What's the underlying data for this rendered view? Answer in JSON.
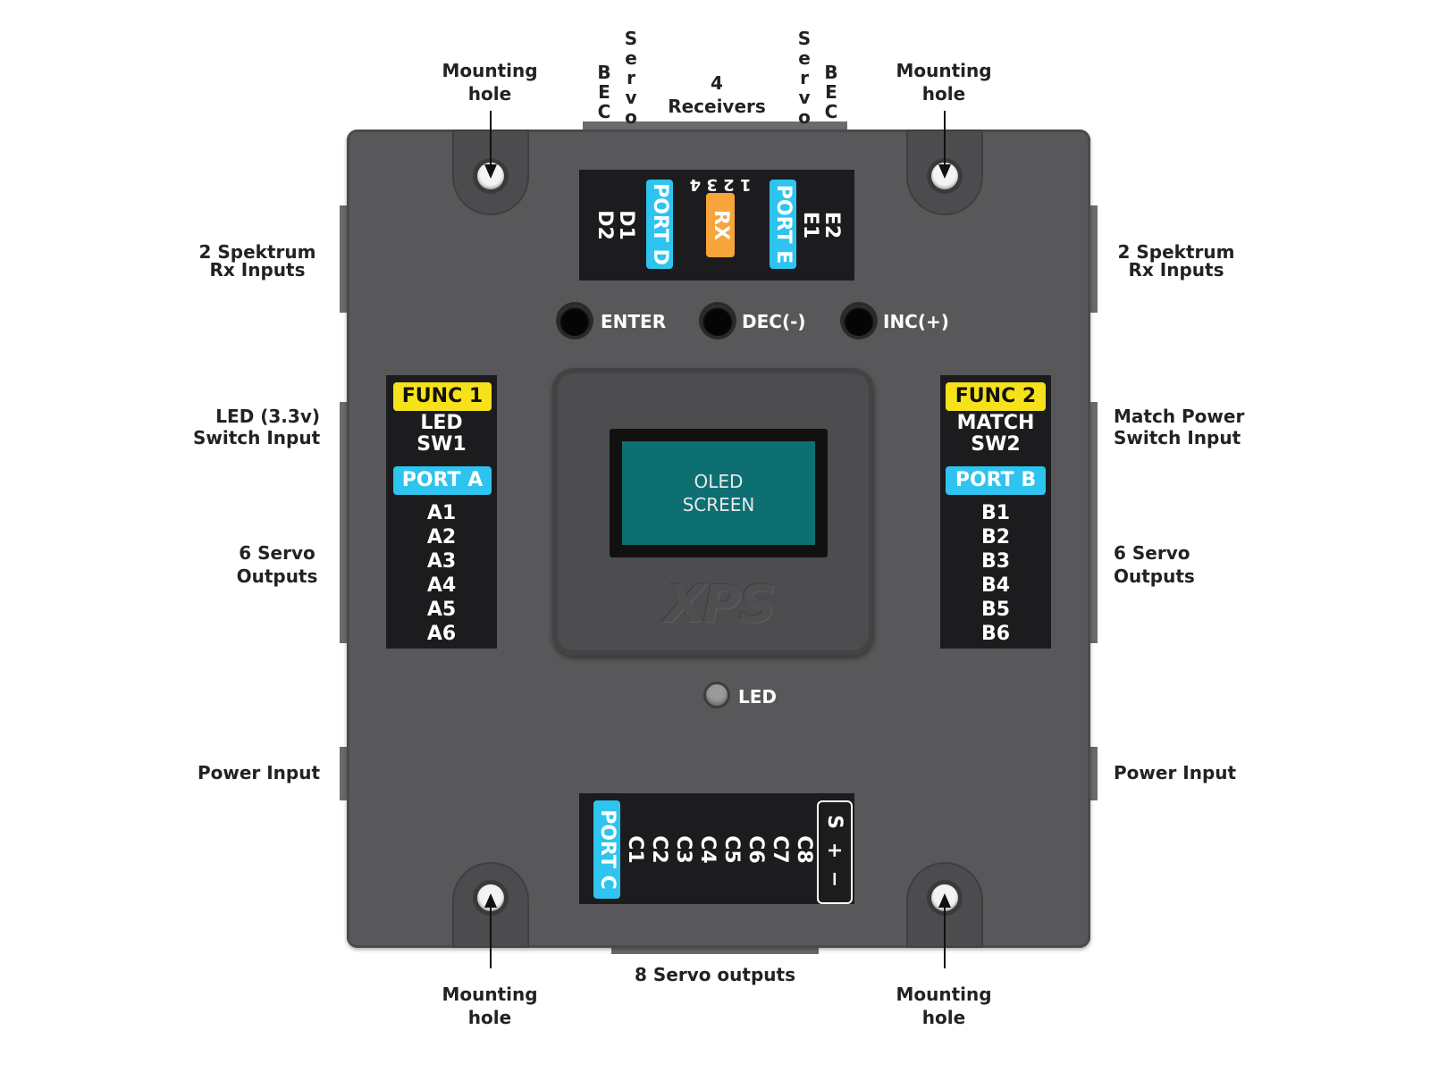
{
  "labels": {
    "top_left_mount": "Mounting\nhole",
    "top_right_mount": "Mounting\nhole",
    "bottom_left_mount": "Mounting\nhole",
    "bottom_right_mount": "Mounting\nhole",
    "bec_left": "BEC",
    "servo_left": "Servo",
    "servo_right": "Servo",
    "bec_right": "BEC",
    "receivers": "4\nReceivers",
    "spektrum_left": "2 Spektrum\nRx Inputs",
    "spektrum_right": "2 Spektrum\nRx Inputs",
    "led_switch": "LED (3.3v)\nSwitch Input",
    "match_switch": "Match Power\nSwitch Input",
    "servo_out_left": "6 Servo\nOutputs",
    "servo_out_right": "6 Servo\nOutputs",
    "power_left": "Power Input",
    "power_right": "Power Input",
    "servo8": "8 Servo outputs"
  },
  "top_plate": {
    "port_d": "PORT D",
    "d1": "D1",
    "d2": "D2",
    "rx": "RX",
    "rx_pins": "1\n2\n3\n4",
    "port_e": "PORT E",
    "e1": "E1",
    "e2": "E2"
  },
  "buttons": {
    "enter": "ENTER",
    "dec": "DEC(-)",
    "inc": "INC(+)"
  },
  "left_plate": {
    "func": "FUNC 1",
    "sw_name": "LED",
    "sw": "SW1",
    "port": "PORT A",
    "pins": [
      "A1",
      "A2",
      "A3",
      "A4",
      "A5",
      "A6"
    ]
  },
  "right_plate": {
    "func": "FUNC 2",
    "sw_name": "MATCH",
    "sw": "SW2",
    "port": "PORT B",
    "pins": [
      "B1",
      "B2",
      "B3",
      "B4",
      "B5",
      "B6"
    ]
  },
  "screen": {
    "line1": "OLED",
    "line2": "SCREEN",
    "logo": "XPS"
  },
  "led": "LED",
  "bottom_plate": {
    "port": "PORT C",
    "pins": [
      "C1",
      "C2",
      "C3",
      "C4",
      "C5",
      "C6",
      "C7",
      "C8"
    ],
    "signs": [
      "S",
      "+",
      "−"
    ]
  },
  "colors": {
    "board": "#58585a",
    "cyan": "#2ec4ef",
    "yellow": "#f6e21b",
    "orange": "#f7a43a",
    "screen": "#0e6f73"
  }
}
